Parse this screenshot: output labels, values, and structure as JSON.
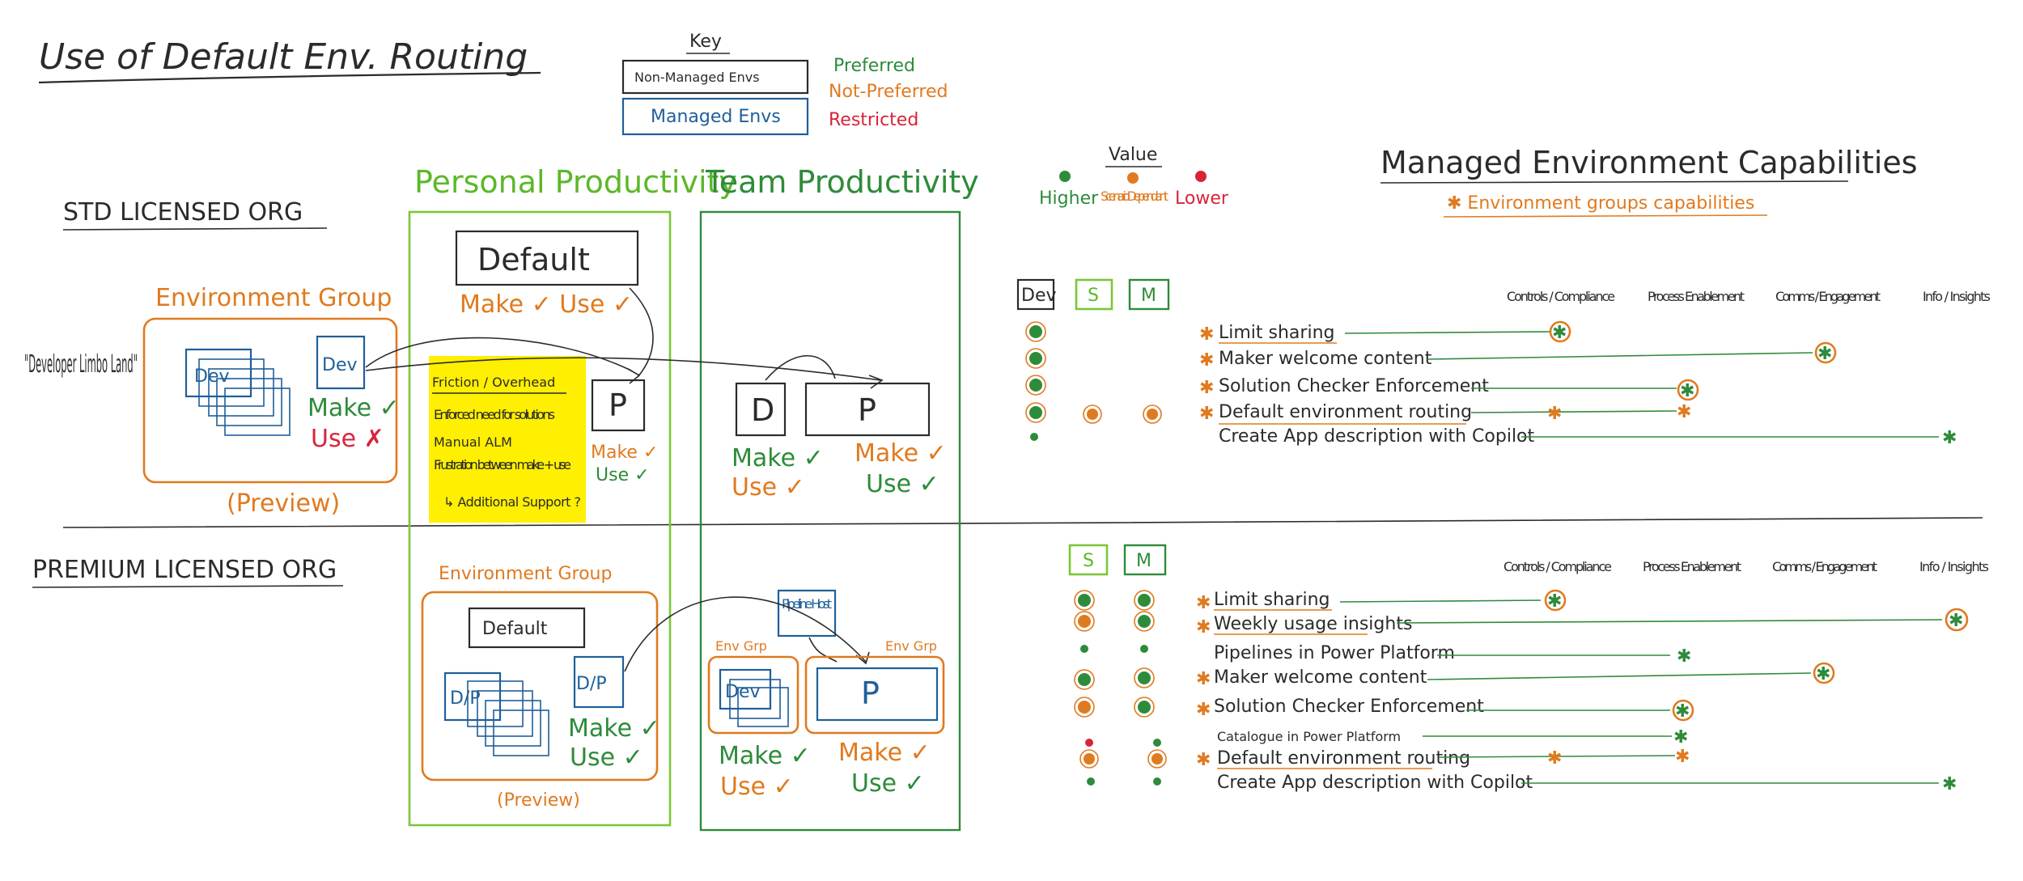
{
  "title": "Use of Default Env. Routing",
  "key": {
    "heading": "Key",
    "non_managed": "Non-Managed Envs",
    "managed": "Managed Envs",
    "preferred": "Preferred",
    "not_preferred": "Not-Preferred",
    "restricted": "Restricted"
  },
  "value_legend": {
    "heading": "Value",
    "higher": "Higher",
    "scenario": "Scenario Dependant",
    "lower": "Lower"
  },
  "orgs": {
    "std": "STD LICENSED ORG",
    "premium": "PREMIUM LICENSED ORG",
    "limbo": "\"Developer Limbo Land\""
  },
  "columns": {
    "personal": "Personal Productivity",
    "team": "Team Productivity"
  },
  "std_section": {
    "env_group": "Environment Group",
    "preview": "(Preview)",
    "dev": "Dev",
    "default": "Default",
    "p": "P",
    "d": "D",
    "make_check": "Make ✓",
    "use_check": "Use ✓",
    "use_cross": "Use ✗",
    "default_caption": "Make ✓ Use ✓",
    "friction": {
      "heading": "Friction / Overhead",
      "items": [
        "Enforced need for solutions",
        "Manual ALM",
        "Frustration between make + use",
        "↳ Additional Support ?"
      ]
    }
  },
  "premium_section": {
    "env_group": "Environment Group",
    "preview": "(Preview)",
    "default": "Default",
    "dp": "D/P",
    "dev": "Dev",
    "p": "P",
    "env_grp": "Env Grp",
    "pipeline_host": "Pipeline Host",
    "make_check": "Make ✓",
    "use_check": "Use ✓"
  },
  "capabilities": {
    "heading": "Managed Environment Capabilities",
    "subheading": "✱ Environment groups capabilities",
    "col_headers": [
      "Controls / Compliance",
      "Process Enablement",
      "Comms / Engagement",
      "Info / Insights"
    ],
    "std_env_boxes": [
      "Dev",
      "S",
      "M"
    ],
    "std_rows": [
      "Limit sharing",
      "Maker welcome content",
      "Solution Checker Enforcement",
      "Default environment routing",
      "Create App description with Copilot"
    ],
    "premium_env_boxes": [
      "S",
      "M"
    ],
    "premium_rows": [
      "Limit sharing",
      "Weekly usage insights",
      "Pipelines in Power Platform",
      "Maker welcome content",
      "Solution Checker Enforcement",
      "Catalogue in Power Platform",
      "Default environment routing",
      "Create App description with Copilot"
    ]
  }
}
